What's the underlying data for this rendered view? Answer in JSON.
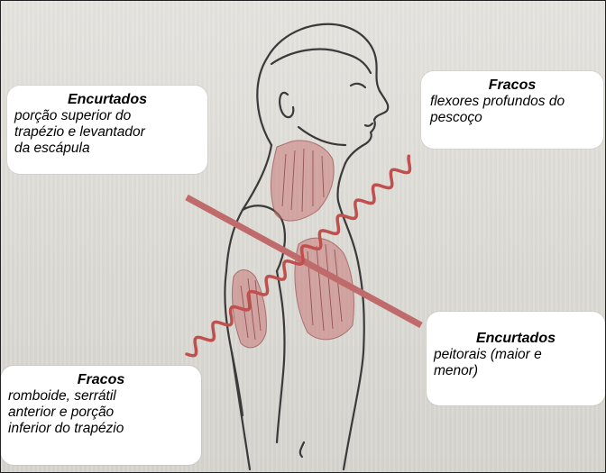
{
  "labels": {
    "top_left": {
      "title": "Encurtados",
      "lines": [
        "porção superior do",
        "trapézio e levantador",
        "da escápula"
      ]
    },
    "top_right": {
      "title": "Fracos",
      "lines": [
        "flexores profundos do",
        "pescoço"
      ]
    },
    "bottom_right": {
      "title": "Encurtados",
      "lines": [
        "peitorais (maior e",
        "menor)"
      ]
    },
    "bottom_left": {
      "title": "Fracos",
      "lines": [
        "romboide, serrátil",
        "anterior e porção",
        "inferior do trapézio"
      ]
    }
  },
  "colors": {
    "straight_line": "#c06b6b",
    "wavy_line": "#c0504d",
    "muscle_fill": "#c97878",
    "outline": "#3a3a3a",
    "background": "#dfddd8"
  }
}
